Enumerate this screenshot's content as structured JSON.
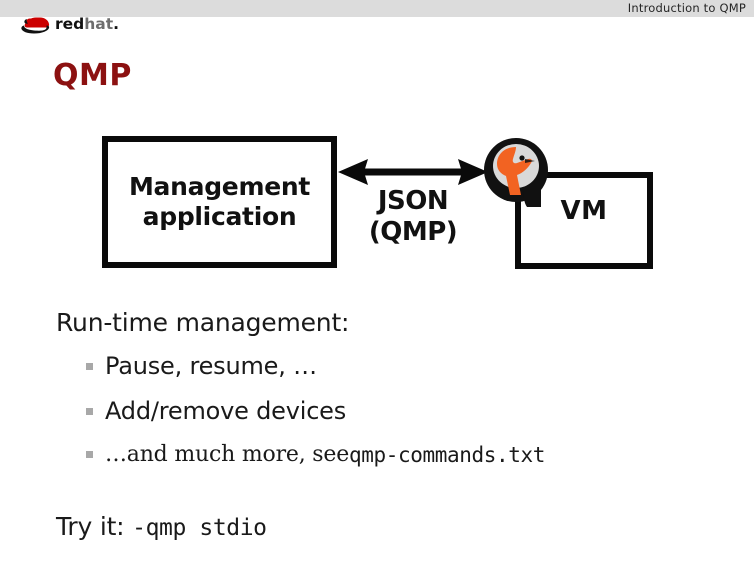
{
  "header": {
    "title": "Introduction to QMP",
    "band_color": "#dcdcdc",
    "logo": {
      "word_red": "red",
      "word_hat": "hat",
      "word_dot": ".",
      "mark_color": "#cc0000",
      "icon": "redhat-shadowman-icon"
    }
  },
  "slide": {
    "title": "QMP",
    "title_color": "#8c1111"
  },
  "diagram": {
    "mgmt_box": {
      "line1": "Management",
      "line2": "application"
    },
    "arrow": {
      "icon": "double-headed-arrow-icon",
      "direction": "bidirectional"
    },
    "protocol_label": {
      "line1": "JSON",
      "line2": "(QMP)"
    },
    "qemu_logo": {
      "icon": "qemu-logo-icon",
      "circle_color": "#111111",
      "bird_color": "#f26322",
      "inner_color": "#d9d9d9"
    },
    "vm_box": {
      "label": "VM"
    }
  },
  "content": {
    "lead": "Run-time management:",
    "bullets": [
      {
        "text": "Pause, resume, …",
        "style": "sans"
      },
      {
        "text": "Add/remove devices",
        "style": "sans"
      },
      {
        "prefix": "…and much more, see ",
        "mono": "qmp-commands.txt",
        "style": "serif"
      }
    ],
    "try": {
      "prefix": "Try it: ",
      "mono": "-qmp stdio"
    }
  }
}
